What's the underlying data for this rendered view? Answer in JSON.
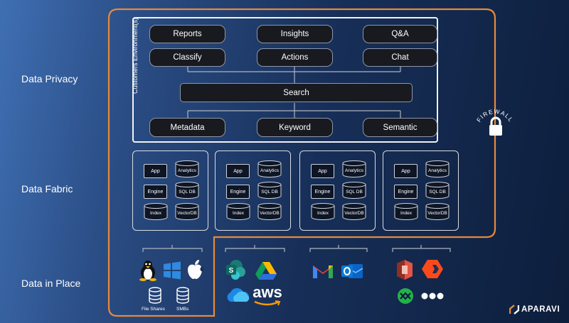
{
  "layers": {
    "privacy": "Data Privacy",
    "fabric": "Data Fabric",
    "in_place": "Data in Place"
  },
  "environment": {
    "label": "Customers Environment(s)",
    "row1": [
      "Reports",
      "Insights",
      "Q&A"
    ],
    "row2": [
      "Classify",
      "Actions",
      "Chat"
    ],
    "search": "Search",
    "row3": [
      "Metadata",
      "Keyword",
      "Semantic"
    ]
  },
  "firewall": {
    "label": "FIREWALL",
    "icon": "lock-icon"
  },
  "fabric_node": {
    "app": "App",
    "analytics": "Analytics",
    "engine": "Engine",
    "sqldb": "SQL DB",
    "index": "Index",
    "vectordb": "VectorDB"
  },
  "sources": {
    "group1": {
      "icons": [
        "linux-icon",
        "windows-icon",
        "apple-icon"
      ],
      "file_shares": "File Shares",
      "smbs": "SMBs"
    },
    "group2": {
      "icons": [
        "sharepoint-icon",
        "google-drive-icon",
        "onedrive-icon",
        "aws-icon"
      ],
      "aws": "aws"
    },
    "group3": {
      "icons": [
        "gmail-icon",
        "outlook-icon"
      ]
    },
    "group4": {
      "icons": [
        "aws-s3-icon",
        "pure-storage-icon",
        "nutanix-icon",
        "more-icon"
      ]
    }
  },
  "brand": {
    "name": "APARAVI",
    "accent": "#e8893a"
  }
}
